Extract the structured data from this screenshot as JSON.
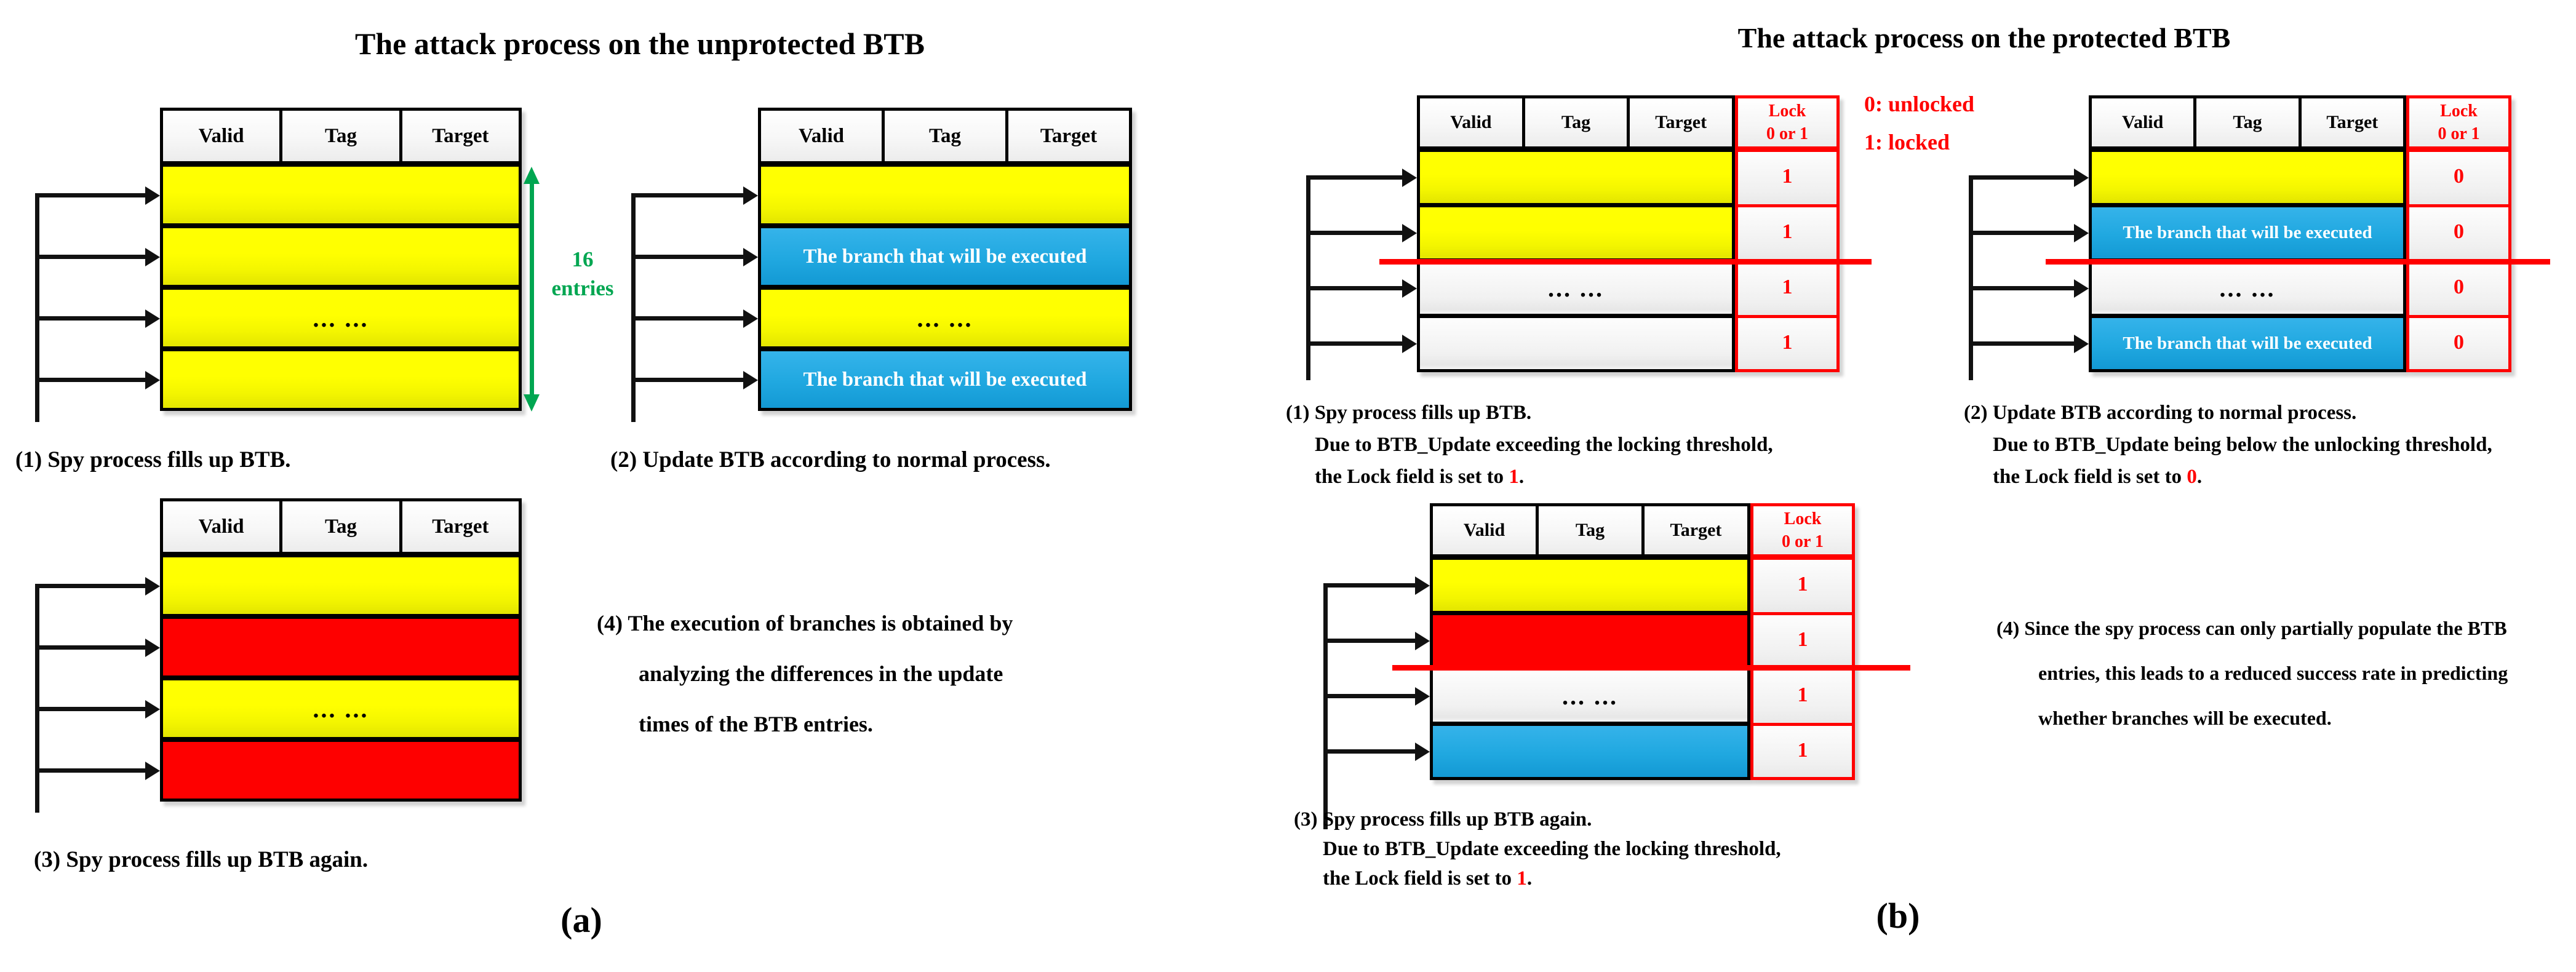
{
  "colors": {
    "row_yellow": "#FFFF00",
    "row_red": "#FF0000",
    "row_blue": "#1FA6DF",
    "lock_red": "#FF0000",
    "note_green": "#00A651"
  },
  "shared": {
    "headers": [
      "Valid",
      "Tag",
      "Target"
    ],
    "dots": "... ...",
    "branch_row_text": "The branch that will be executed"
  },
  "panel_a": {
    "title": "The attack process on the unprotected BTB",
    "label": "(a)",
    "entries_note": {
      "value": "16",
      "unit": "entries"
    },
    "caption1": "(1) Spy process fills up BTB.",
    "caption2": "(2) Update BTB according to normal process.",
    "caption3": "(3) Spy process fills up BTB again.",
    "caption4": {
      "line1": "(4) The execution of branches is obtained by",
      "line2": "analyzing the differences in the update",
      "line3": "times of the BTB entries."
    }
  },
  "panel_b": {
    "title": "The attack process on the protected BTB",
    "label": "(b)",
    "legend": {
      "unlocked": "0: unlocked",
      "locked": "1: locked"
    },
    "lock_header": {
      "line1": "Lock",
      "line2": "0 or 1"
    },
    "table1_locks": [
      "1",
      "1",
      "1",
      "1"
    ],
    "table2_locks": [
      "0",
      "0",
      "0",
      "0"
    ],
    "table3_locks": [
      "1",
      "1",
      "1",
      "1"
    ],
    "caption1": {
      "line1": "(1) Spy process fills up BTB.",
      "line2": "Due to BTB_Update exceeding the locking threshold,",
      "line3_prefix": "the Lock field is set to ",
      "line3_value": "1",
      "line3_suffix": "."
    },
    "caption2": {
      "line1": "(2) Update BTB according to normal process.",
      "line2": "Due to BTB_Update being below the unlocking threshold,",
      "line3_prefix": "the Lock field is set to ",
      "line3_value": "0",
      "line3_suffix": "."
    },
    "caption3": {
      "line1": "(3) Spy process fills up BTB again.",
      "line2": "Due to BTB_Update exceeding the locking threshold,",
      "line3_prefix": "the Lock field is set to ",
      "line3_value": "1",
      "line3_suffix": "."
    },
    "caption4": {
      "line1": "(4) Since the spy process can only partially populate the BTB",
      "line2": "entries, this leads to a reduced success rate in predicting",
      "line3": "whether branches will be executed."
    }
  }
}
